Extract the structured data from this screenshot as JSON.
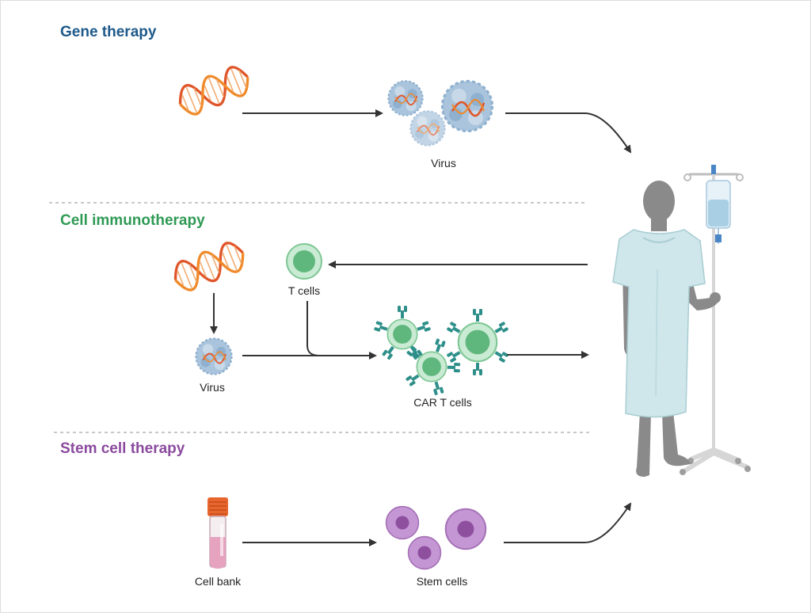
{
  "sections": {
    "gene": {
      "title": "Gene therapy",
      "color": "#1e5a8a"
    },
    "immuno": {
      "title": "Cell immunotherapy",
      "color": "#2f9a55"
    },
    "stem": {
      "title": "Stem cell therapy",
      "color": "#8b4a9e"
    }
  },
  "labels": {
    "virus_gene": "Virus",
    "t_cells": "T cells",
    "virus_immuno": "Virus",
    "car_t_cells": "CAR T cells",
    "cell_bank": "Cell bank",
    "stem_cells": "Stem cells"
  },
  "colors": {
    "dna_strand_a": "#e0562a",
    "dna_strand_b": "#f08a2a",
    "virus": "#a9c4dc",
    "t_cell": "#9fd6b0",
    "t_cell_nucleus": "#5fb77d",
    "receptor": "#2e8f8a",
    "stem_cell": "#c497d4",
    "stem_nucleus": "#8e4f9f",
    "tube_cap": "#e8662e",
    "tube_fluid": "#e5a3bf",
    "gown": "#cfe6ea",
    "skin": "#8a8a8a",
    "arrow": "#333333",
    "divider": "#b5b5b5"
  },
  "icons": [
    "dna-icon",
    "virus-icon",
    "t-cell-icon",
    "car-t-cell-icon",
    "cell-bank-tube-icon",
    "stem-cell-icon",
    "patient-icon",
    "iv-drip-stand-icon"
  ]
}
